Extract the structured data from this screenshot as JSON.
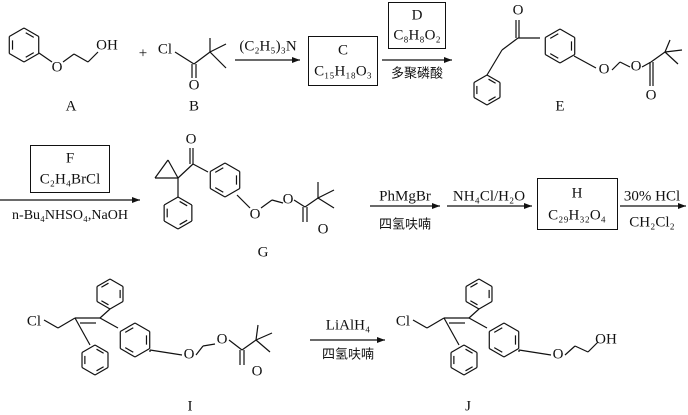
{
  "compounds": {
    "A": {
      "label": "A",
      "atoms": {
        "O": "O",
        "OH": "OH"
      }
    },
    "B": {
      "label": "B",
      "atoms": {
        "Cl": "Cl",
        "O": "O"
      }
    },
    "C": {
      "label": "C",
      "formula": "C₁₅H₁₈O₃"
    },
    "D": {
      "label": "D",
      "formula": "C₈H₈O₂"
    },
    "E": {
      "label": "E",
      "atoms": {
        "O1": "O",
        "O2": "O",
        "O3": "O",
        "O4": "O"
      }
    },
    "F": {
      "label": "F",
      "formula": "C₂H₄BrCl"
    },
    "G": {
      "label": "G",
      "atoms": {
        "O1": "O",
        "O2": "O",
        "O3": "O",
        "O4": "O"
      }
    },
    "H": {
      "label": "H",
      "formula": "C₂₉H₃₂O₄"
    },
    "I": {
      "label": "I",
      "atoms": {
        "Cl": "Cl",
        "O1": "O",
        "O2": "O",
        "O3": "O"
      }
    },
    "J": {
      "label": "J",
      "atoms": {
        "Cl": "Cl",
        "O": "O",
        "OH": "OH"
      }
    }
  },
  "plus": "+",
  "reagents": {
    "step1_above": "(C₂H₅)₃N",
    "step2_below": "多聚磷酸",
    "step3_below": "n-Bu₄NHSO₄,NaOH",
    "step4_above": "PhMgBr",
    "step4_below": "四氢呋喃",
    "step5_above": "NH₄Cl/H₂O",
    "step6_above": "30% HCl",
    "step6_below": "CH₂Cl₂",
    "step7_above": "LiAlH₄",
    "step7_below": "四氢呋喃"
  }
}
